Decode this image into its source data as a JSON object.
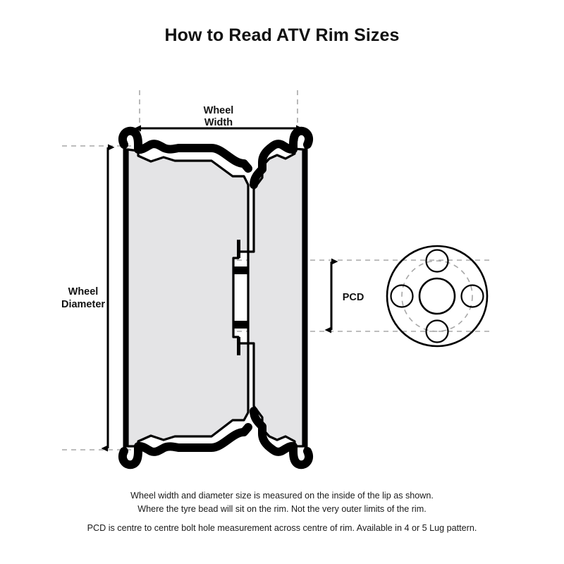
{
  "title": "How to Read ATV Rim Sizes",
  "labels": {
    "wheel_width_line1": "Wheel",
    "wheel_width_line2": "Width",
    "wheel_diameter_line1": "Wheel",
    "wheel_diameter_line2": "Diameter",
    "pcd": "PCD"
  },
  "captions": {
    "measure_line1": "Wheel width and diameter size is measured on the inside of the lip as shown.",
    "measure_line2": "Where the tyre bead will sit on the rim. Not the very outer limits of the rim.",
    "pcd_line": "PCD is centre to centre bolt hole measurement across centre of rim. Available in 4 or 5 Lug pattern."
  },
  "colors": {
    "outline": "#000000",
    "fill": "#e4e4e6",
    "dashed": "#a8a8a8",
    "background": "#ffffff",
    "text": "#111111"
  },
  "hub": {
    "lug_count": 4,
    "lug_pattern_options": "4 or 5 Lug pattern"
  }
}
